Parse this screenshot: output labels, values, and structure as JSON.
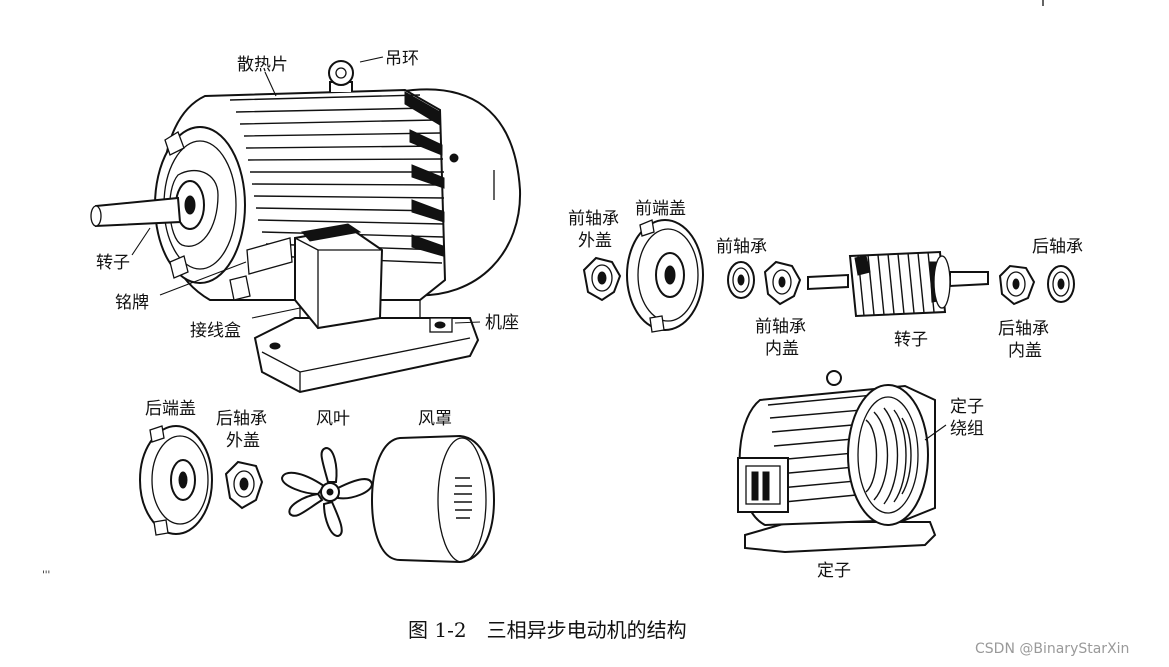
{
  "labels": {
    "fin": "散热片",
    "lifting_ring": "吊环",
    "rotor": "转子",
    "nameplate": "铭牌",
    "junction_box": "接线盒",
    "base": "机座",
    "front_bearing_outer_cover_1": "前轴承",
    "front_bearing_outer_cover_2": "外盖",
    "front_end_cover": "前端盖",
    "front_bearing": "前轴承",
    "front_bearing_inner_cover_1": "前轴承",
    "front_bearing_inner_cover_2": "内盖",
    "rotor_exploded": "转子",
    "rear_bearing": "后轴承",
    "rear_bearing_inner_cover_1": "后轴承",
    "rear_bearing_inner_cover_2": "内盖",
    "rear_end_cover": "后端盖",
    "rear_bearing_outer_cover_1": "后轴承",
    "rear_bearing_outer_cover_2": "外盖",
    "fan": "风叶",
    "fan_cover": "风罩",
    "stator_winding_1": "定子",
    "stator_winding_2": "绕组",
    "stator": "定子"
  },
  "caption": "图 1-2　三相异步电动机的结构",
  "watermark": "CSDN @BinaryStarXin"
}
